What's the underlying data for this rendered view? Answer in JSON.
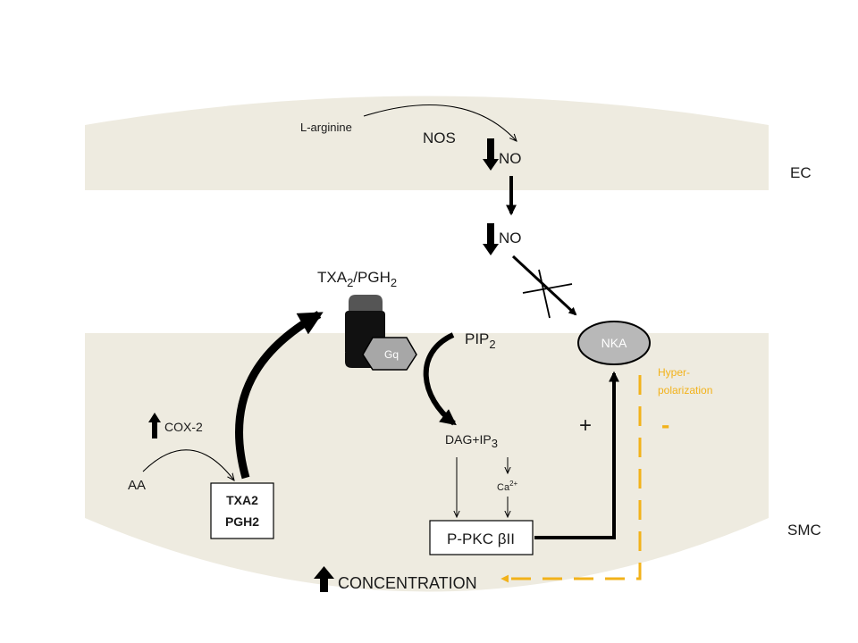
{
  "ec_label": "EC",
  "smc_label": "SMC",
  "l_arginine": "L-arginine",
  "nos": "NOS",
  "no_ec": "NO",
  "no_smc": "NO",
  "txa_pgh": {
    "t1": "TXA",
    "s1": "2",
    "t2": "/PGH",
    "s2": "2"
  },
  "gq": "Gq",
  "pip": {
    "t": "PIP",
    "s": "2"
  },
  "nka": "NKA",
  "hyper": {
    "line1": "Hyper-",
    "line2": "polarization",
    "minus": "-"
  },
  "plus": "+",
  "cox2": "COX-2",
  "aa": "AA",
  "box": {
    "line1": "TXA2",
    "line2": "PGH2"
  },
  "dag": {
    "t": "DAG+IP",
    "s": "3"
  },
  "ca": {
    "t": "Ca",
    "s": "2+"
  },
  "ppkc": "P-PKC βII",
  "concentration": "CONCENTRATION",
  "colors": {
    "membrane": "#eeebe0",
    "yellow": "#f2b21a",
    "nka_fill": "#b8b8b8",
    "gq_fill": "#a7a7a7"
  }
}
